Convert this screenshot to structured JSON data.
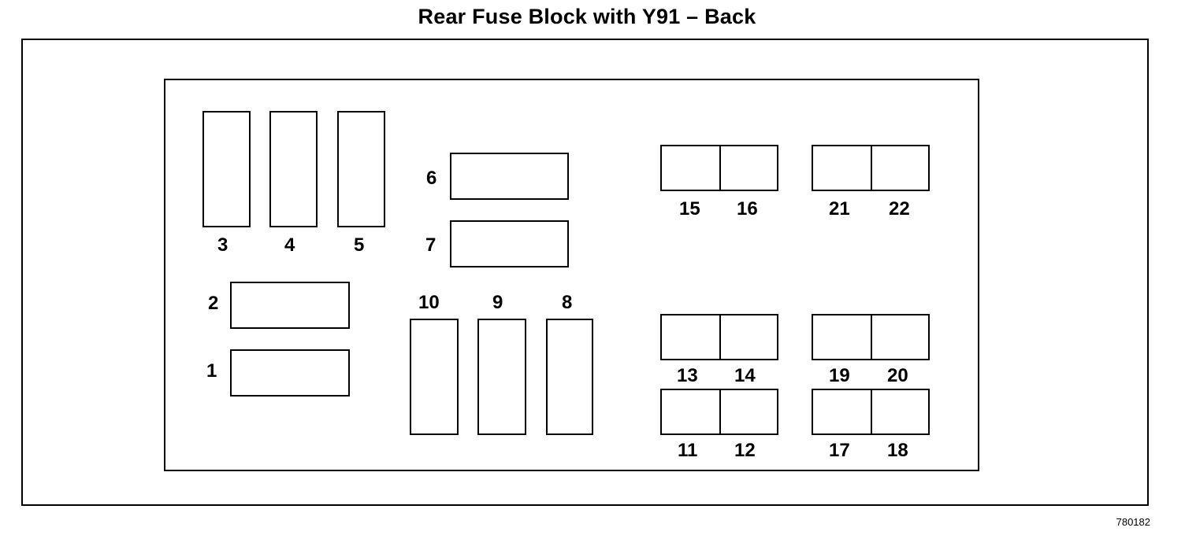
{
  "title": "Rear Fuse Block with Y91 – Back",
  "drawing_number": "780182",
  "slots": {
    "s1": "1",
    "s2": "2",
    "s3": "3",
    "s4": "4",
    "s5": "5",
    "s6": "6",
    "s7": "7",
    "s8": "8",
    "s9": "9",
    "s10": "10",
    "s11": "11",
    "s12": "12",
    "s13": "13",
    "s14": "14",
    "s15": "15",
    "s16": "16",
    "s17": "17",
    "s18": "18",
    "s19": "19",
    "s20": "20",
    "s21": "21",
    "s22": "22"
  }
}
